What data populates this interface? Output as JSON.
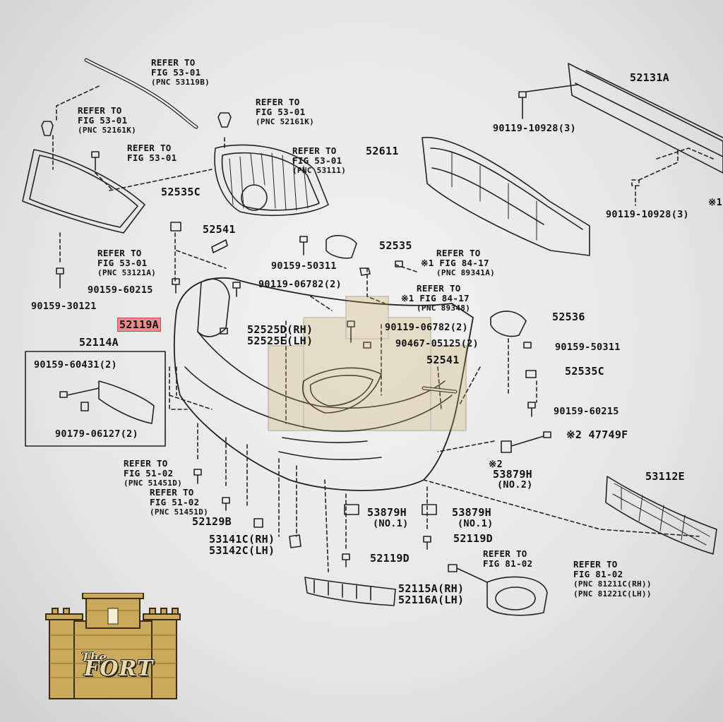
{
  "labels": {
    "ref_53119b": {
      "l1": "REFER TO",
      "l2": "FIG 53-01",
      "l3": "(PNC 53119B)"
    },
    "ref_52161k_left": {
      "l1": "REFER TO",
      "l2": "FIG 53-01",
      "l3": "(PNC 52161K)"
    },
    "ref_52161k_mid": {
      "l1": "REFER TO",
      "l2": "FIG 53-01",
      "l3": "(PNC 52161K)"
    },
    "ref_53_01_small": {
      "l1": "REFER TO",
      "l2": "FIG 53-01"
    },
    "ref_53111": {
      "l1": "REFER TO",
      "l2": "FIG 53-01",
      "l3": "(PNC 53111)"
    },
    "ref_53121a": {
      "l1": "REFER TO",
      "l2": "FIG 53-01",
      "l3": "(PNC 53121A)"
    },
    "ref_89341a": {
      "l1": "REFER TO",
      "l2": "※1 FIG 84-17",
      "l3": "(PNC 89341A)"
    },
    "ref_89348": {
      "l1": "REFER TO",
      "l2": "※1 FIG 84-17",
      "l3": "(PNC 89348)"
    },
    "ref_51451d_a": {
      "l1": "REFER TO",
      "l2": "FIG 51-02",
      "l3": "(PNC 51451D)"
    },
    "ref_51451d_b": {
      "l1": "REFER TO",
      "l2": "FIG 51-02",
      "l3": "(PNC 51451D)"
    },
    "ref_81_02_a": {
      "l1": "REFER TO",
      "l2": "FIG 81-02"
    },
    "ref_81_02_b": {
      "l1": "REFER TO",
      "l2": "FIG 81-02",
      "l3": "(PNC 81211C(RH))",
      "l4": "(PNC 81221C(LH))"
    }
  },
  "parts": {
    "p52131a": "52131A",
    "p90119_10928_a": "90119-10928(3)",
    "p90119_10928_b": "90119-10928(3)",
    "p52611": "52611",
    "p52535c_top": "52535C",
    "p52541_top": "52541",
    "p52535": "52535",
    "p90159_50311_a": "90159-50311",
    "p90159_60215_a": "90159-60215",
    "p90159_30121": "90159-30121",
    "p90119_06782_a": "90119-06782(2)",
    "p52119a": "52119A",
    "p52525d": "52525D(RH)",
    "p52525e": "52525E(LH)",
    "p52536": "52536",
    "p90119_06782_b": "90119-06782(2)",
    "p90467_05125": "90467-05125(2)",
    "p90159_50311_b": "90159-50311",
    "p52541_mid": "52541",
    "p52535c_mid": "52535C",
    "p90159_60215_b": "90159-60215",
    "p52114a": "52114A",
    "p90159_60431": "90159-60431(2)",
    "p90179_06127": "90179-06127(2)",
    "p47749f": "※2 47749F",
    "p53879h_no2_a": "※2",
    "p53879h_no2_b": "53879H",
    "p53879h_no2_c": "(NO.2)",
    "p53112e": "53112E",
    "p52129b": "52129B",
    "p53879h_a": "53879H",
    "p53879h_a_no": "(NO.1)",
    "p53879h_b": "53879H",
    "p53879h_b_no": "(NO.1)",
    "p52119d_a": "52119D",
    "p52119d_b": "52119D",
    "p53141c": "53141C(RH)",
    "p53142c": "53142C(LH)",
    "p52115a": "52115A(RH)",
    "p52116a": "52116A(LH)",
    "p_x1_edge": "※1"
  },
  "logo": {
    "the": "The",
    "fort": "FORT"
  },
  "colors": {
    "highlight": "#f08a90",
    "line": "#222222",
    "logo_gold": "#c9a95c"
  }
}
